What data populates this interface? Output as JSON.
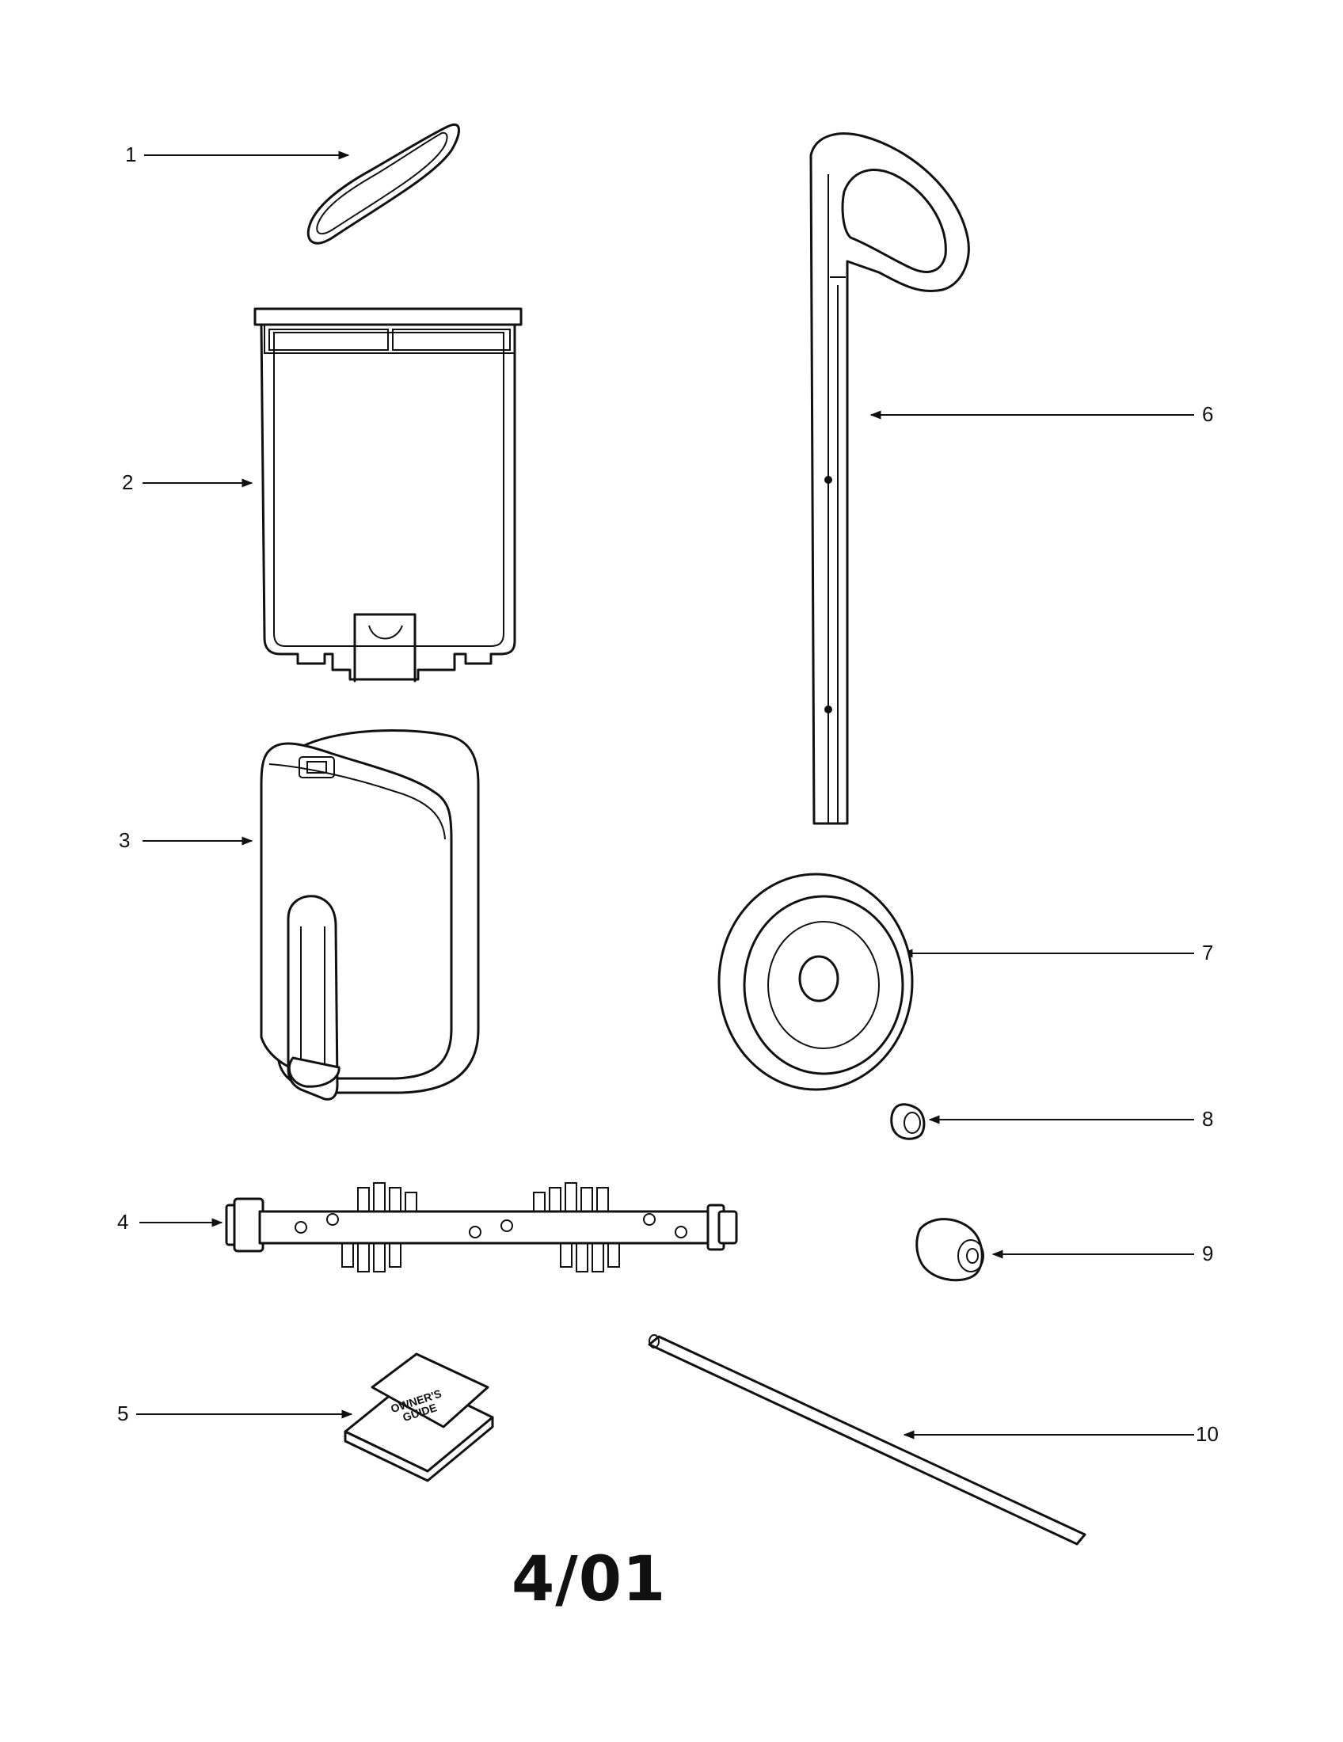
{
  "callouts": [
    {
      "id": "1",
      "label": "1"
    },
    {
      "id": "2",
      "label": "2"
    },
    {
      "id": "3",
      "label": "3"
    },
    {
      "id": "4",
      "label": "4"
    },
    {
      "id": "5",
      "label": "5"
    },
    {
      "id": "6",
      "label": "6"
    },
    {
      "id": "7",
      "label": "7"
    },
    {
      "id": "8",
      "label": "8"
    },
    {
      "id": "9",
      "label": "9"
    },
    {
      "id": "10",
      "label": "10"
    }
  ],
  "manual": {
    "line1": "OWNER'S",
    "line2": "GUIDE"
  },
  "date_code": "4/01"
}
